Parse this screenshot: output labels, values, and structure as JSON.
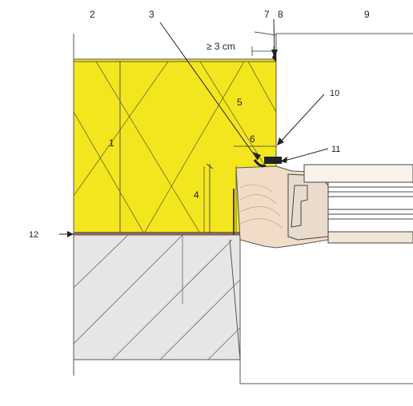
{
  "diagram": {
    "labels": {
      "l1": "1",
      "l2": "2",
      "l3": "3",
      "l4": "4",
      "l5": "5",
      "l6": "6",
      "l7": "7",
      "l8": "8",
      "l9": "9",
      "l10": "10",
      "l11": "11",
      "l12": "12",
      "dimension": "≥ 3 cm"
    },
    "colors": {
      "insulation": "#f4e61e",
      "masonry": "#e6e6e6",
      "frame": "#f1dcc8",
      "line": "#333333"
    }
  }
}
